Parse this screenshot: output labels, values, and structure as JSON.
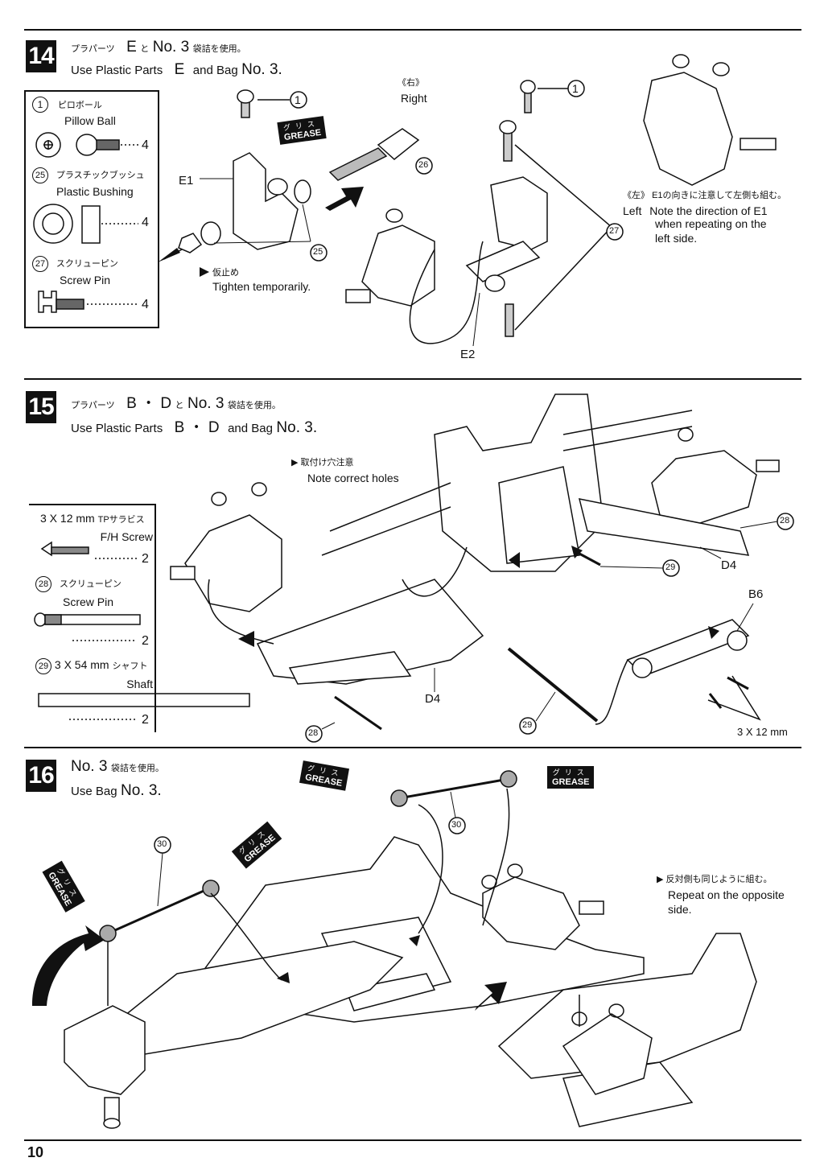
{
  "steps": [
    {
      "number": "14",
      "jp": "プラパーツ",
      "jp_parts": "E",
      "jp_and": "と",
      "jp_bag": "No. 3",
      "jp_use": "袋詰を使用。",
      "en_prefix": "Use Plastic Parts",
      "en_parts": "E",
      "en_and": "and Bag",
      "en_bag": "No. 3."
    },
    {
      "number": "15",
      "jp": "プラパーツ",
      "jp_parts": "B ・ D",
      "jp_and": "と",
      "jp_bag": "No. 3",
      "jp_use": "袋詰を使用。",
      "en_prefix": "Use Plastic Parts",
      "en_parts": "B ・ D",
      "en_and": "and Bag",
      "en_bag": "No. 3."
    },
    {
      "number": "16",
      "jp_bag": "No. 3",
      "jp_use": "袋詰を使用。",
      "en_prefix": "Use Bag",
      "en_bag": "No. 3."
    }
  ],
  "step14": {
    "parts": [
      {
        "num": "1",
        "jp": "ピロボール",
        "en": "Pillow Ball",
        "qty": "4"
      },
      {
        "num": "25",
        "jp": "プラスチックブッシュ",
        "en": "Plastic Bushing",
        "qty": "4"
      },
      {
        "num": "27",
        "jp": "スクリューピン",
        "en": "Screw Pin",
        "qty": "4"
      }
    ],
    "right_jp": "《右》",
    "right_en": "Right",
    "left_jp": "《左》",
    "left_note_jp": "E1の向きに注意して左側も組む。",
    "left_en": "Left",
    "left_note_en_1": "Note the direction of E1",
    "left_note_en_2": "when repeating on the",
    "left_note_en_3": "left side.",
    "tighten_jp": "仮止め",
    "tighten_en": "Tighten temporarily.",
    "labels": {
      "e1": "E1",
      "e2": "E2",
      "c1a": "1",
      "c1b": "1",
      "c25a": "25",
      "c25b": "25",
      "c26": "26",
      "c27": "27"
    }
  },
  "step15": {
    "parts": [
      {
        "num": "",
        "size": "3 X 12 mm",
        "jp": "TPサラビス",
        "en": "F/H Screw",
        "qty": "2"
      },
      {
        "num": "28",
        "size": "",
        "jp": "スクリューピン",
        "en": "Screw Pin",
        "qty": "2"
      },
      {
        "num": "29",
        "size": "3 X 54 mm",
        "jp": "シャフト",
        "en": "Shaft",
        "qty": "2"
      }
    ],
    "note_jp": "取付け穴注意",
    "note_en": "Note correct holes",
    "labels": {
      "d4a": "D4",
      "d4b": "D4",
      "b6": "B6",
      "c28a": "28",
      "c28b": "28",
      "c29a": "29",
      "c29b": "29",
      "screw": "3 X 12 mm"
    }
  },
  "step16": {
    "repeat_jp": "反対側も同じように組む。",
    "repeat_en_1": "Repeat on the opposite",
    "repeat_en_2": "side.",
    "labels": {
      "c30a": "30",
      "c30b": "30"
    }
  },
  "grease": {
    "jp": "グリス",
    "en": "GREASE"
  },
  "page_number": "10"
}
